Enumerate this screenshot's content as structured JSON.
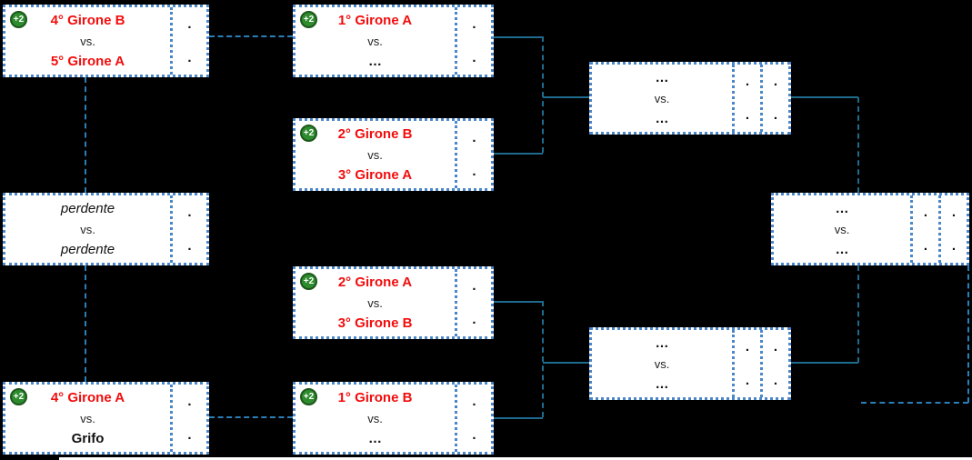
{
  "canvas": {
    "background": "#000000"
  },
  "labels": {
    "vs": "vs.",
    "badge": "+2",
    "score_dot": ".",
    "ellipsis": "…"
  },
  "colors": {
    "team_highlight_red": "#f20d0d",
    "badge_green": "#2e8b2e",
    "badge_border_green": "#1c571c",
    "box_border_blue": "#4a86c8",
    "connector_teal": "#1f6b8e",
    "connector_light_blue": "#2b7fb8",
    "background_black": "#000000"
  },
  "matches": {
    "round1_left_top": {
      "badge": "+2",
      "team1": "4° Girone B",
      "team2": "5° Girone A"
    },
    "quarter_top_a": {
      "badge": "+2",
      "team1": "1° Girone A",
      "team2": "…"
    },
    "quarter_top_b": {
      "badge": "+2",
      "team1": "2° Girone B",
      "team2": "3° Girone A"
    },
    "losers_match": {
      "team1": "perdente",
      "team2": "perdente"
    },
    "round1_left_bottom": {
      "badge": "+2",
      "team1": "4° Girone A",
      "team2": "Grifo"
    },
    "quarter_bottom_a": {
      "badge": "+2",
      "team1": "2° Girone A",
      "team2": "3° Girone B"
    },
    "quarter_bottom_b": {
      "badge": "+2",
      "team1": "1° Girone B",
      "team2": "…"
    },
    "semifinal_top": {
      "team1": "…",
      "team2": "…"
    },
    "semifinal_bottom": {
      "team1": "…",
      "team2": "…"
    },
    "final": {
      "team1": "…",
      "team2": "…"
    }
  }
}
